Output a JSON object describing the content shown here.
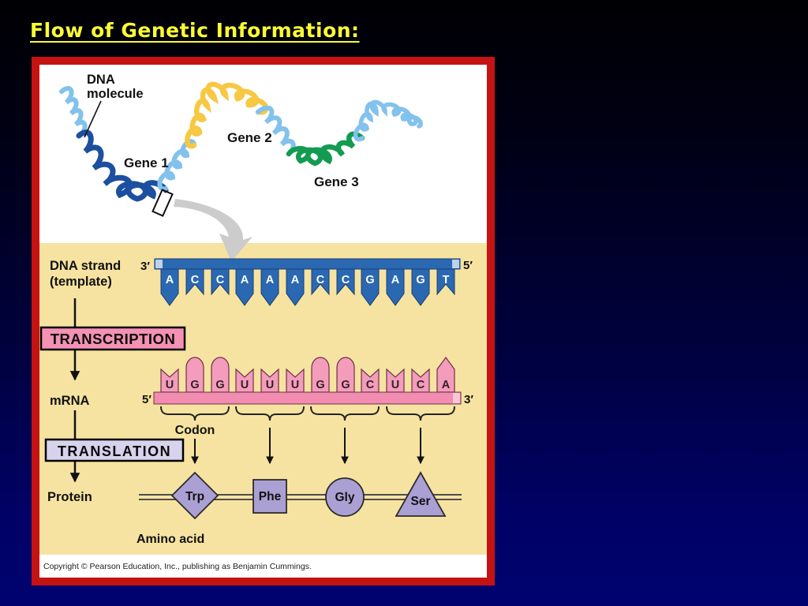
{
  "slide": {
    "title": "Flow of Genetic Information:"
  },
  "colors": {
    "background_top": "#000003",
    "background_bottom": "#000270",
    "title_yellow": "#fcfc33",
    "panel_border_red": "#c51212",
    "panel_yellow": "#f7e3a1",
    "dna_blue": "#2b68b2",
    "mrna_pink": "#f28cb1",
    "transcription_pink": "#f491b4",
    "translation_lavender": "#d8d3ec",
    "amino_purple": "#aba0d3",
    "helix_light_blue": "#82c2ec",
    "helix_dark_blue": "#1c4f9f",
    "helix_gold": "#f7c843",
    "helix_green": "#139b52"
  },
  "figure": {
    "dna_molecule_label": [
      "DNA",
      "molecule"
    ],
    "genes": [
      {
        "label": "Gene 1",
        "color": "#1c4f9f"
      },
      {
        "label": "Gene 2",
        "color": "#f7c843"
      },
      {
        "label": "Gene 3",
        "color": "#139b52"
      }
    ],
    "dna_strand": {
      "label": [
        "DNA strand",
        "(template)"
      ],
      "left_end": "3′",
      "right_end": "5′",
      "bases": [
        "A",
        "C",
        "C",
        "A",
        "A",
        "A",
        "C",
        "C",
        "G",
        "A",
        "G",
        "T"
      ]
    },
    "transcription": {
      "label": "TRANSCRIPTION"
    },
    "mrna": {
      "label": "mRNA",
      "left_end": "5′",
      "right_end": "3′",
      "bases": [
        "U",
        "G",
        "G",
        "U",
        "U",
        "U",
        "G",
        "G",
        "C",
        "U",
        "C",
        "A"
      ]
    },
    "codon": {
      "label": "Codon"
    },
    "translation": {
      "label": "TRANSLATION"
    },
    "protein": {
      "label": "Protein"
    },
    "amino_acids": [
      {
        "shape": "diamond",
        "label": "Trp"
      },
      {
        "shape": "square",
        "label": "Phe"
      },
      {
        "shape": "circle",
        "label": "Gly"
      },
      {
        "shape": "triangle",
        "label": "Ser"
      }
    ],
    "amino_acid_caption": "Amino acid",
    "copyright": "Copyright © Pearson Education, Inc., publishing as Benjamin Cummings."
  }
}
